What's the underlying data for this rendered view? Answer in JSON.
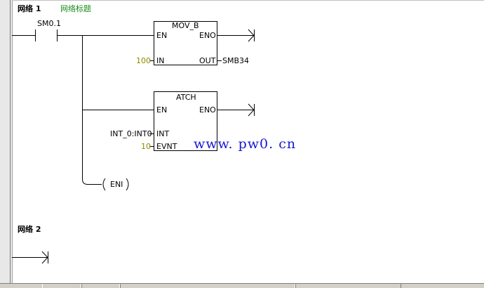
{
  "networks": [
    {
      "label": "网络 1",
      "title": "网络标题",
      "contact": {
        "address": "SM0.1"
      },
      "boxes": [
        {
          "name": "MOV_B",
          "en": "EN",
          "eno": "ENO",
          "inputs": [
            {
              "pin": "IN",
              "value": "100"
            }
          ],
          "outputs": [
            {
              "pin": "OUT",
              "value": "SMB34"
            }
          ]
        },
        {
          "name": "ATCH",
          "en": "EN",
          "eno": "ENO",
          "inputs": [
            {
              "pin": "INT",
              "value": "INT_0:INT0"
            },
            {
              "pin": "EVNT",
              "value": "10"
            }
          ]
        }
      ],
      "coil": {
        "label": "ENI"
      }
    },
    {
      "label": "网络 2"
    }
  ],
  "watermark": "www. pw0. cn",
  "colors": {
    "network_title": "#1a8a1a",
    "constant": "#8b8b00",
    "watermark": "#1818d0"
  }
}
